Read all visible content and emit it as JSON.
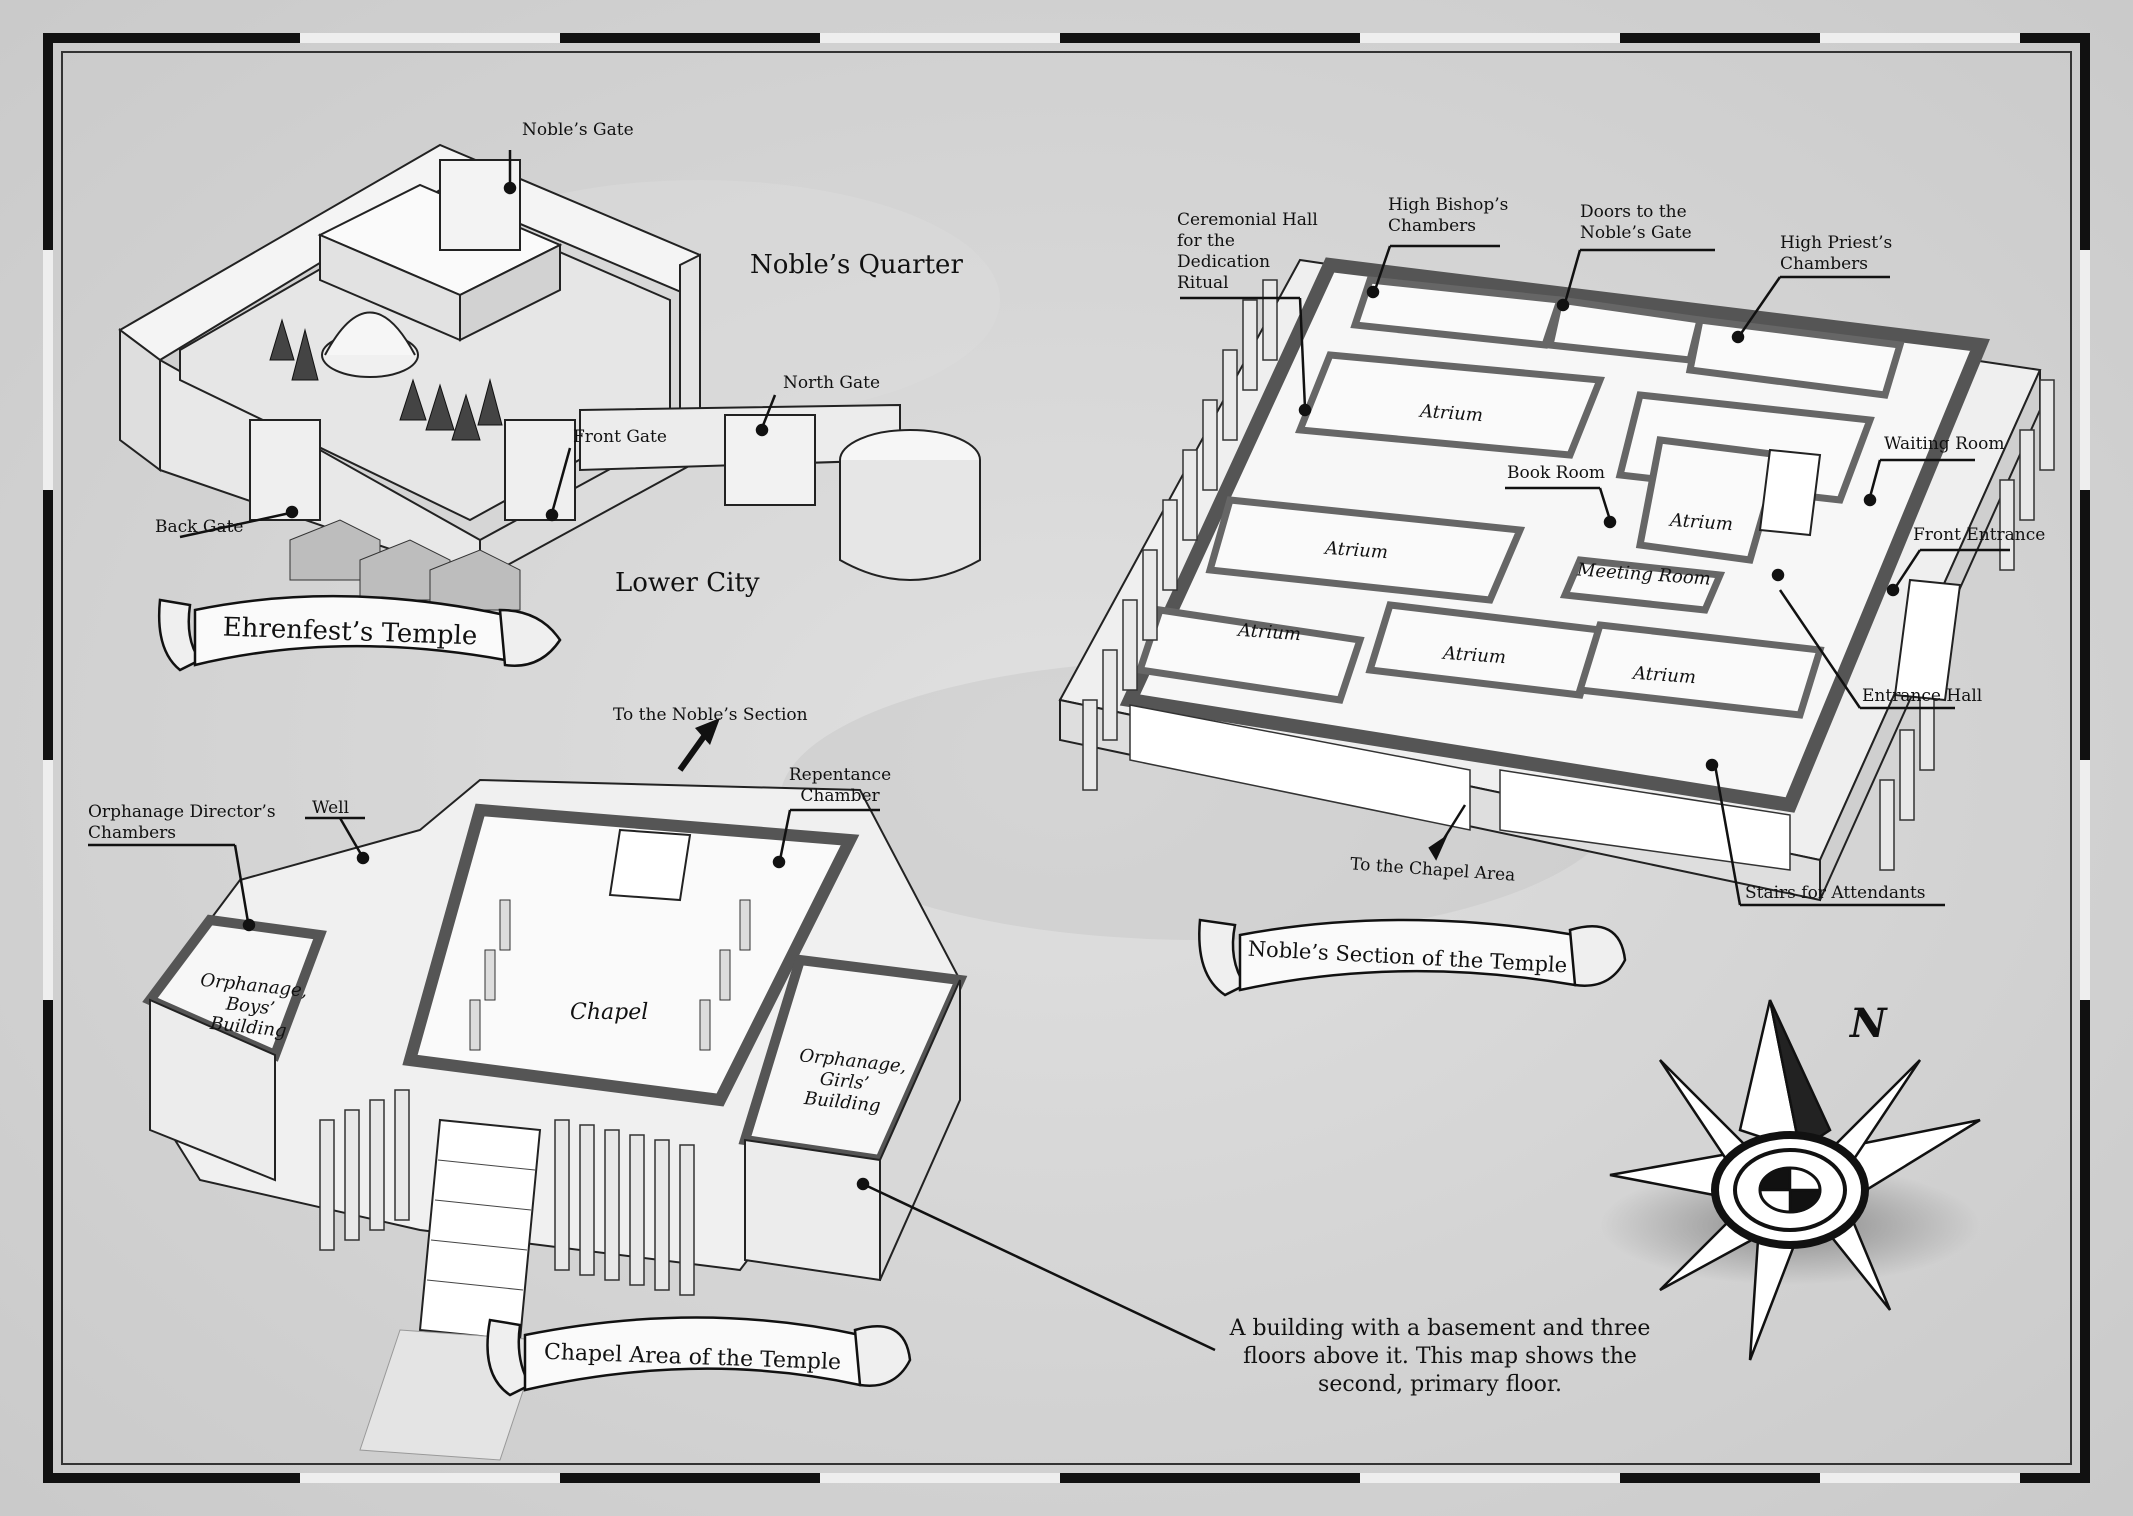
{
  "temple": {
    "banner": "Ehrenfest’s Temple",
    "labels": {
      "nobles_gate": "Noble’s Gate",
      "nobles_quarter": "Noble’s Quarter",
      "north_gate": "North Gate",
      "front_gate": "Front Gate",
      "back_gate": "Back Gate",
      "lower_city": "Lower City"
    }
  },
  "chapel": {
    "banner": "Chapel Area of the Temple",
    "labels": {
      "to_nobles_section": "To the Noble’s Section",
      "repentance_chamber": "Repentance Chamber",
      "well": "Well",
      "orphanage_director": "Orphanage Director’s Chambers",
      "boys_building": "Orphanage, Boys’ Building",
      "chapel": "Chapel",
      "girls_building": "Orphanage, Girls’ Building"
    }
  },
  "noble_section": {
    "banner": "Noble’s Section of the Temple",
    "labels": {
      "ceremonial_hall": "Ceremonial Hall for the Dedication Ritual",
      "high_bishop": "High Bishop’s Chambers",
      "doors_nobles_gate": "Doors to the Noble’s Gate",
      "high_priest": "High Priest’s Chambers",
      "waiting_room": "Waiting Room",
      "book_room": "Book Room",
      "front_entrance": "Front Entrance",
      "meeting_room": "Meeting Room",
      "entrance_hall": "Entrance Hall",
      "stairs_attendants": "Stairs for Attendants",
      "to_chapel_area": "To the Chapel Area",
      "atrium": "Atrium"
    }
  },
  "note": "A building with a basement and three floors above it. This map shows the second, primary floor.",
  "compass": {
    "north": "N",
    "icon": "compass-rose-icon"
  },
  "colors": {
    "paper": "#d6d6d6",
    "ink": "#111111",
    "wall": "#6a6a6a",
    "roof": "#f2f2f2"
  }
}
